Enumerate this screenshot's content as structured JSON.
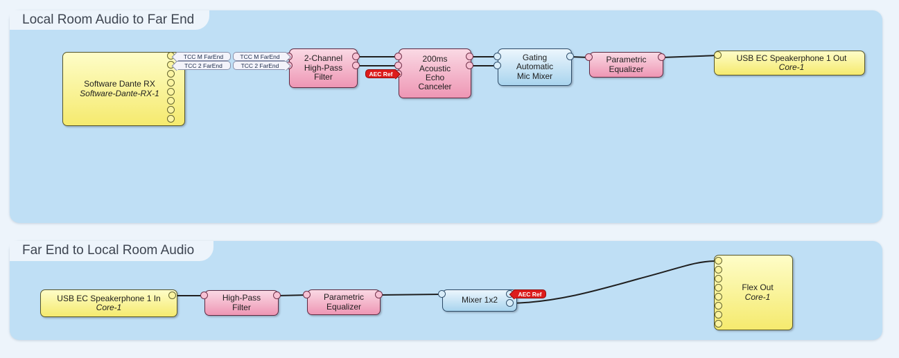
{
  "app": "audio-dsp-schematic",
  "colors": {
    "canvas_background": "#edf4fb",
    "section_panel": "#bfdff5",
    "section_title_text": "#3d4450",
    "io_block_yellow": "#f5ea6e",
    "dsp_block_pink": "#ee96b4",
    "mixer_block_blue": "#a9d4ee",
    "wire": "#1f1f1f",
    "wire_tag_fill": "#f3f3fa",
    "aec_ref_tag_red": "#dd1c1c"
  },
  "sections": {
    "to_far_end": {
      "title": "Local Room Audio to Far End"
    },
    "from_far_end": {
      "title": "Far End to Local Room Audio"
    }
  },
  "wire_tags": {
    "tcc_m_farend": "TCC M FarEnd",
    "tcc_2_farend": "TCC 2 FarEnd",
    "aec_ref": "AEC Ref"
  },
  "blocks": {
    "software_dante_rx": {
      "title": "Software Dante RX",
      "subtitle": "Software-Dante-RX-1"
    },
    "hpf_2channel": {
      "label": "2-Channel\nHigh-Pass\nFilter"
    },
    "aec_200ms": {
      "label": "200ms\nAcoustic\nEcho\nCanceler"
    },
    "gating_auto_mic_mixer": {
      "label": "Gating\nAutomatic\nMic Mixer"
    },
    "parametric_eq_top": {
      "label": "Parametric\nEqualizer"
    },
    "usb_speakerphone_out": {
      "title": "USB EC Speakerphone 1 Out",
      "subtitle": "Core-1"
    },
    "usb_speakerphone_in": {
      "title": "USB EC Speakerphone 1 In",
      "subtitle": "Core-1"
    },
    "hpf_bottom": {
      "label": "High-Pass\nFilter"
    },
    "parametric_eq_bottom": {
      "label": "Parametric\nEqualizer"
    },
    "mixer_1x2": {
      "label": "Mixer 1x2"
    },
    "flex_out": {
      "title": "Flex Out",
      "subtitle": "Core-1"
    }
  }
}
